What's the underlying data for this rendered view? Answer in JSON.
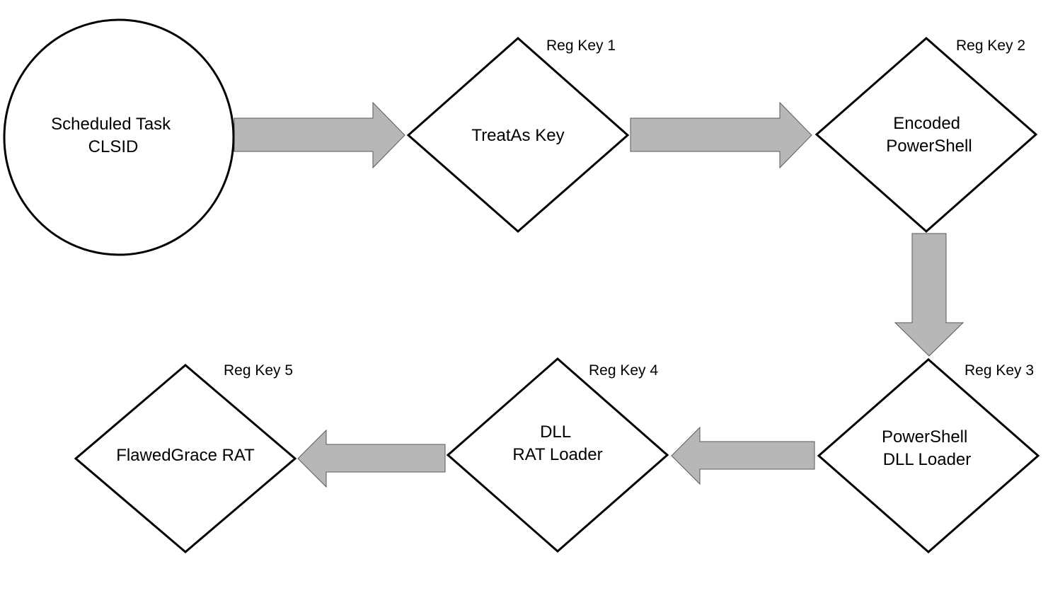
{
  "diagram": {
    "colors": {
      "outline": "#000000",
      "background": "#ffffff",
      "arrow_fill": "#b7b7b7"
    },
    "nodes": {
      "scheduled_task": {
        "line1": "Scheduled Task",
        "line2": "CLSID"
      },
      "treatas_key": {
        "line1": "TreatAs Key",
        "tag": "Reg Key 1"
      },
      "encoded_powershell": {
        "line1": "Encoded",
        "line2": "PowerShell",
        "tag": "Reg Key 2"
      },
      "powershell_dll_loader": {
        "line1": "PowerShell",
        "line2": "DLL Loader",
        "tag": "Reg Key 3"
      },
      "dll_rat_loader": {
        "line1": "DLL",
        "line2": "RAT Loader",
        "tag": "Reg Key 4"
      },
      "flawedgrace_rat": {
        "line1": "FlawedGrace RAT",
        "tag": "Reg Key 5"
      }
    }
  }
}
